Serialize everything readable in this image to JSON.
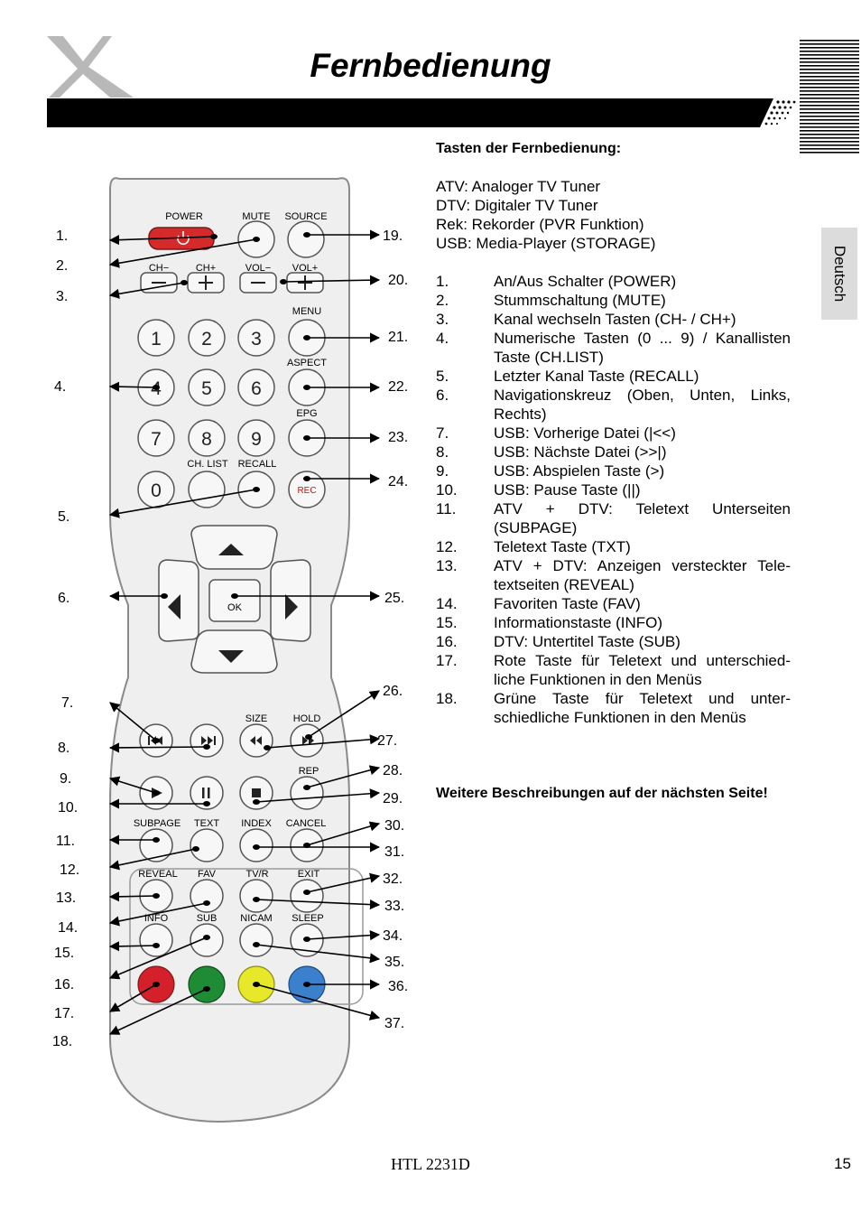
{
  "header": {
    "title": "Fernbedienung",
    "side_tab": "Deutsch"
  },
  "remote_labels": {
    "power": "POWER",
    "mute": "MUTE",
    "source": "SOURCE",
    "ch_minus": "CH−",
    "ch_plus": "CH+",
    "vol_minus": "VOL−",
    "vol_plus": "VOL+",
    "menu": "MENU",
    "aspect": "ASPECT",
    "epg": "EPG",
    "ch_list": "CH. LIST",
    "recall": "RECALL",
    "rec": "REC",
    "ok": "OK",
    "size": "SIZE",
    "hold": "HOLD",
    "rep": "REP",
    "subpage": "SUBPAGE",
    "text": "TEXT",
    "index": "INDEX",
    "cancel": "CANCEL",
    "reveal": "REVEAL",
    "fav": "FAV",
    "tvr": "TV/R",
    "exit": "EXIT",
    "info": "INFO",
    "sub": "SUB",
    "nicam": "NICAM",
    "sleep": "SLEEP",
    "digits": [
      "1",
      "2",
      "3",
      "4",
      "5",
      "6",
      "7",
      "8",
      "9",
      "0"
    ]
  },
  "callouts_left": [
    "1.",
    "2.",
    "3.",
    "4.",
    "5.",
    "6.",
    "7.",
    "8.",
    "9.",
    "10.",
    "11.",
    "12.",
    "13.",
    "14.",
    "15.",
    "16.",
    "17.",
    "18."
  ],
  "callouts_right": [
    "19.",
    "20.",
    "21.",
    "22.",
    "23.",
    "24.",
    "25.",
    "26.",
    "27.",
    "28.",
    "29.",
    "30.",
    "31.",
    "32.",
    "33.",
    "34.",
    "35.",
    "36.",
    "37."
  ],
  "key_heading": "Tasten der Fernbedienung:",
  "abbreviations": [
    "ATV: Analoger TV Tuner",
    "DTV: Digitaler TV Tuner",
    "Rek: Rekorder (PVR Funktion)",
    "USB: Media-Player (STORAGE)"
  ],
  "items": [
    {
      "num": "1.",
      "text": "An/Aus Schalter (POWER)"
    },
    {
      "num": "2.",
      "text": "Stummschaltung (MUTE)"
    },
    {
      "num": "3.",
      "text": "Kanal wechseln Tasten (CH- / CH+)"
    },
    {
      "num": "4.",
      "text": "Numerische Tasten (0 ... 9) / Kanallisten Taste (CH.LIST)"
    },
    {
      "num": "5.",
      "text": "Letzter Kanal Taste (RECALL)"
    },
    {
      "num": "6.",
      "text": "Navigationskreuz (Oben, Unten, Links, Rechts)"
    },
    {
      "num": "7.",
      "text": "USB: Vorherige Datei (|<<)"
    },
    {
      "num": "8.",
      "text": "USB: Nächste Datei (>>|)"
    },
    {
      "num": "9.",
      "text": "USB: Abspielen Taste (>)"
    },
    {
      "num": "10.",
      "text": "USB: Pause Taste (||)"
    },
    {
      "num": "11.",
      "text": "ATV + DTV: Teletext Unterseiten (SUBPAGE)"
    },
    {
      "num": "12.",
      "text": "Teletext Taste (TXT)"
    },
    {
      "num": "13.",
      "text": "ATV + DTV: Anzeigen versteckter Tele-textseiten (REVEAL)"
    },
    {
      "num": "14.",
      "text": "Favoriten Taste (FAV)"
    },
    {
      "num": "15.",
      "text": "Informationstaste (INFO)"
    },
    {
      "num": "16.",
      "text": "DTV: Untertitel Taste (SUB)"
    },
    {
      "num": "17.",
      "text": "Rote Taste für Teletext und unterschied-liche Funktionen in den Menüs"
    },
    {
      "num": "18.",
      "text": "Grüne Taste für Teletext und unter-schiedliche Funktionen in den Menüs"
    }
  ],
  "note": "Weitere Beschreibungen auf der nächsten Seite!",
  "footer": {
    "model": "HTL 2231D",
    "page": "15"
  },
  "colors": {
    "power_button": "#d42a2a",
    "red_key": "#d4202a",
    "green_key": "#1e8c34",
    "yellow_key": "#e8e82a",
    "blue_key": "#3a80cc",
    "remote_body": "#efefef",
    "title_bar": "#000000",
    "side_tab": "#dcdcdc"
  }
}
